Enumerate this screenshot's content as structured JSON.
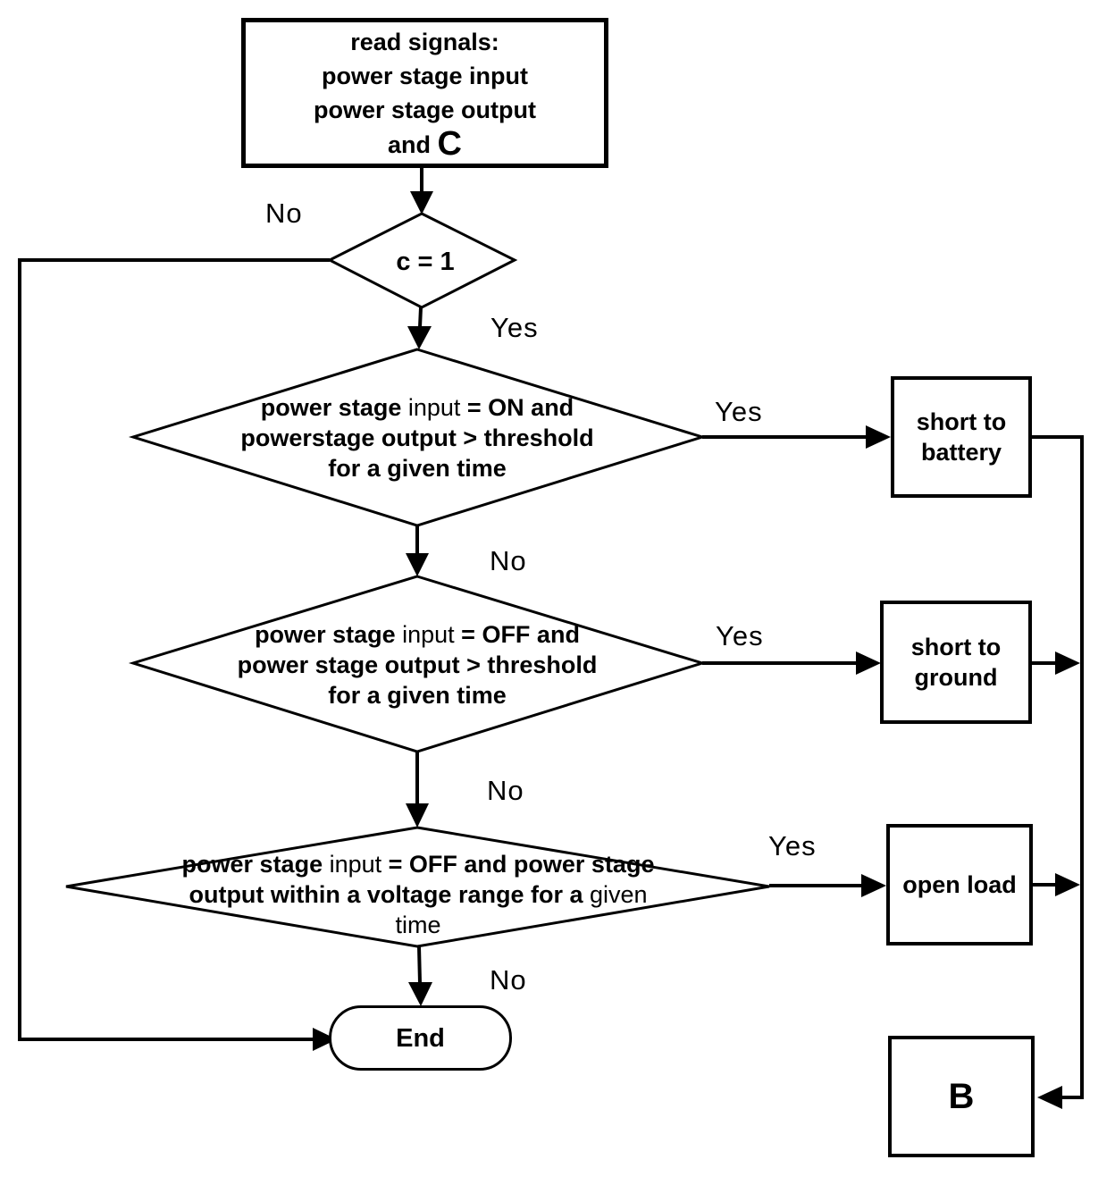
{
  "colors": {
    "line": "#000000",
    "background": "#ffffff"
  },
  "nodes": {
    "read_signals": {
      "line1": "read signals:",
      "line2": "power stage input",
      "line3": "power stage output",
      "line4_and": "and ",
      "line4_c": "C"
    },
    "c_check": {
      "label": "c = 1"
    },
    "check_short_battery": {
      "l1a": "power stage ",
      "l1b": "input",
      "l1c": " = ON and",
      "l2": "powerstage output > threshold",
      "l3": "for a given time"
    },
    "short_battery": {
      "line1": "short to",
      "line2": "battery"
    },
    "check_short_ground": {
      "l1a": "power stage ",
      "l1b": "input",
      "l1c": " = OFF and",
      "l2": "power stage output > threshold",
      "l3": "for a given time"
    },
    "short_ground": {
      "line1": "short to",
      "line2": "ground"
    },
    "check_open_load": {
      "l1a": "power stage ",
      "l1b": "input",
      "l1c": " = OFF and power stage",
      "l2a": "output within a voltage range for a ",
      "l2b": "given",
      "l3": "time"
    },
    "open_load": {
      "label": "open load"
    },
    "end_node": {
      "label": "End"
    },
    "connector_b": {
      "label": "B"
    }
  },
  "edge_labels": {
    "c_no": "No",
    "c_yes": "Yes",
    "battery_yes": "Yes",
    "battery_no": "No",
    "ground_yes": "Yes",
    "ground_no": "No",
    "open_load_yes": "Yes",
    "open_load_no": "No"
  }
}
